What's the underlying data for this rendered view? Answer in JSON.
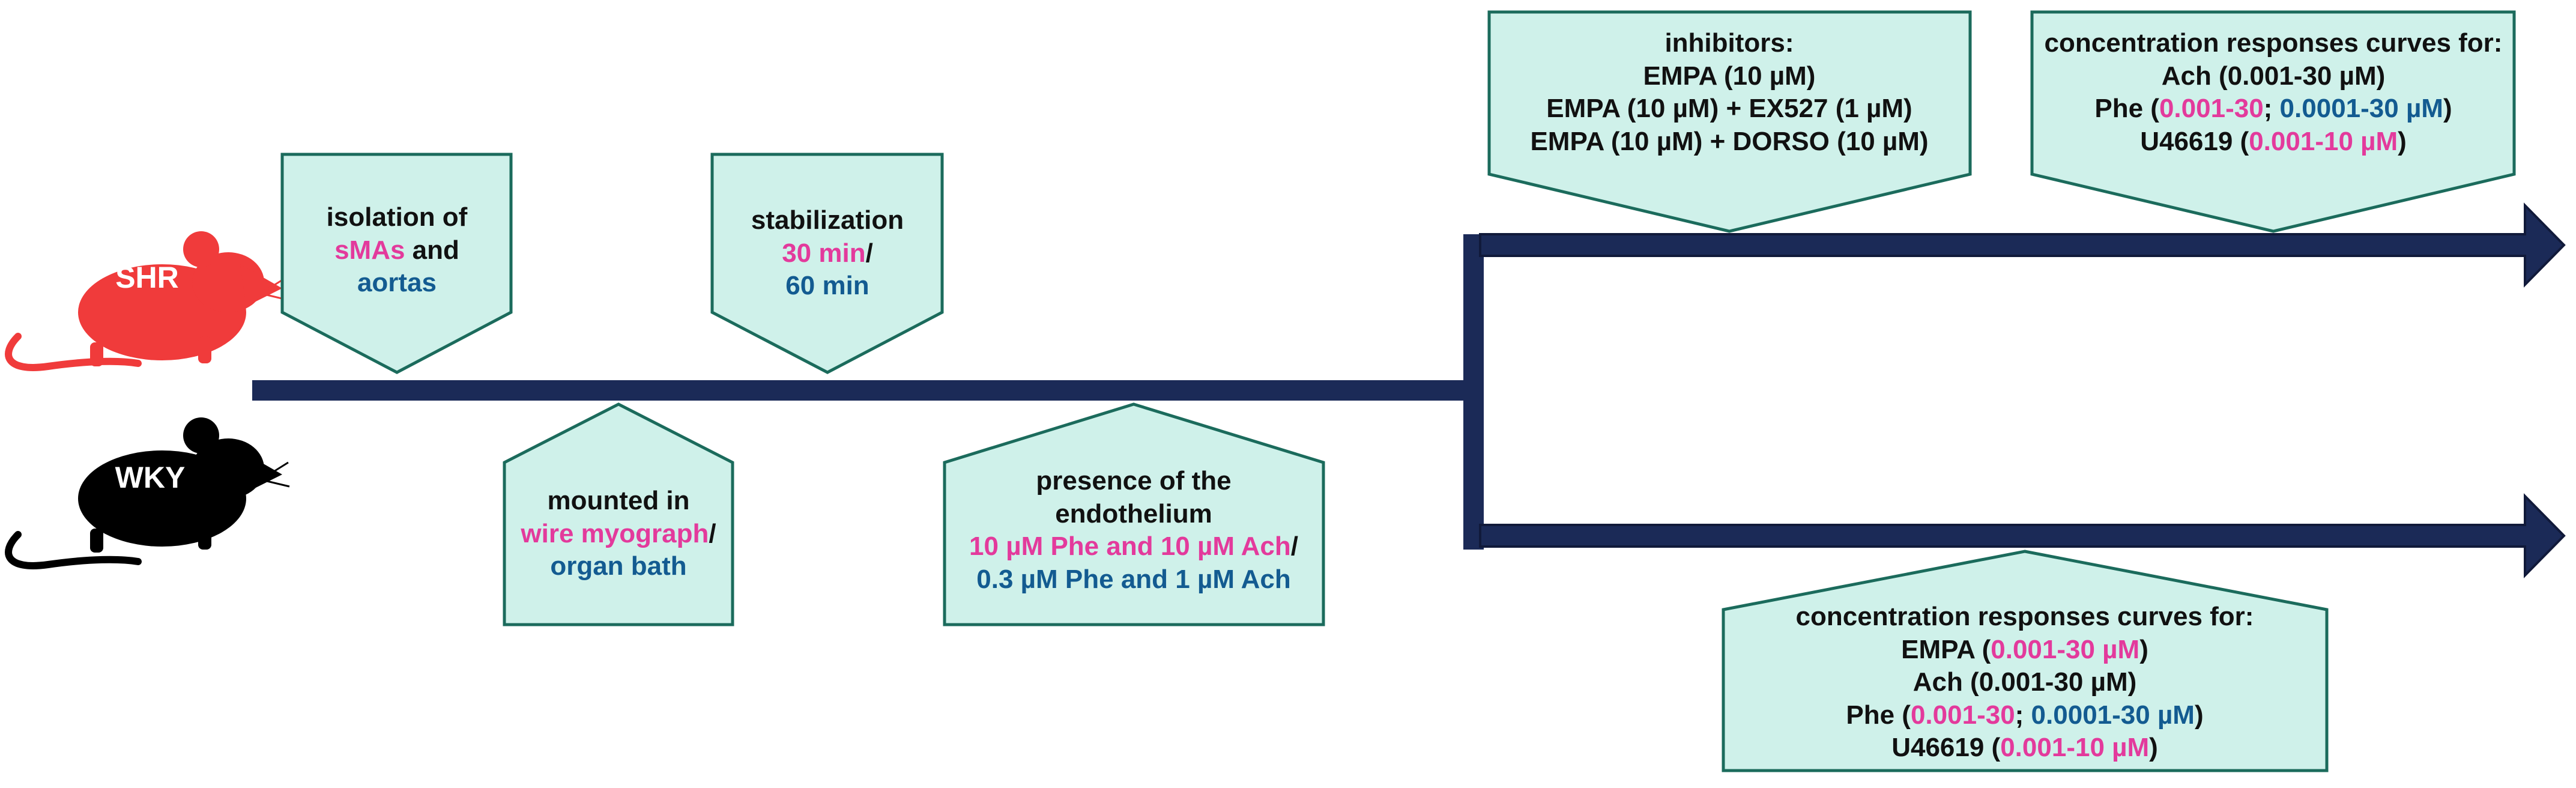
{
  "colors": {
    "box_fill": "#cff1ea",
    "box_stroke": "#1b6b5c",
    "axis": "#1b2a57",
    "pink": "#e33a9c",
    "blue": "#135b91",
    "shr_mouse": "#f03b3b",
    "wky_mouse": "#000000"
  },
  "animals": {
    "shr": {
      "label": "SHR",
      "icon": "rat-icon"
    },
    "wky": {
      "label": "WKY",
      "icon": "rat-icon"
    }
  },
  "steps": {
    "isolation": {
      "pre": "isolation of",
      "sma": "sMAs",
      "and": " and",
      "aortas": "aortas"
    },
    "stabilization": {
      "title": "stabilization",
      "t1": "30 min",
      "slash": "/",
      "t2": "60 min"
    },
    "mounted": {
      "title": "mounted in",
      "wire": "wire myograph",
      "slash": "/",
      "bath": "organ bath"
    },
    "endothelium": {
      "title1": "presence of the",
      "title2": "endothelium",
      "high": "10 µM Phe and 10 µM Ach",
      "slash": "/",
      "low": "0.3 µM Phe and 1 µM Ach"
    },
    "inhibitors": {
      "title": "inhibitors:",
      "lines": [
        "EMPA (10 µM)",
        "EMPA (10 µM) + EX527 (1 µM)",
        "EMPA (10 µM) + DORSO (10 µM)"
      ]
    },
    "crc_top": {
      "title": "concentration responses curves for:",
      "ach": "Ach (0.001-30 µM)",
      "phe_pre": "Phe (",
      "phe_pink": "0.001-30",
      "phe_sep": "; ",
      "phe_blue": "0.0001-30 µM",
      "phe_post": ")",
      "u_pre": "U46619 (",
      "u_pink": "0.001-10 µM",
      "u_post": ")"
    },
    "crc_bottom": {
      "title": "concentration responses curves for:",
      "empa_pre": "EMPA (",
      "empa_pink": "0.001-30 µM",
      "empa_post": ")",
      "ach": "Ach (0.001-30 µM)",
      "phe_pre": "Phe (",
      "phe_pink": "0.001-30",
      "phe_sep": "; ",
      "phe_blue": "0.0001-30 µM",
      "phe_post": ")",
      "u_pre": "U46619 (",
      "u_pink": "0.001-10 µM",
      "u_post": ")"
    }
  }
}
